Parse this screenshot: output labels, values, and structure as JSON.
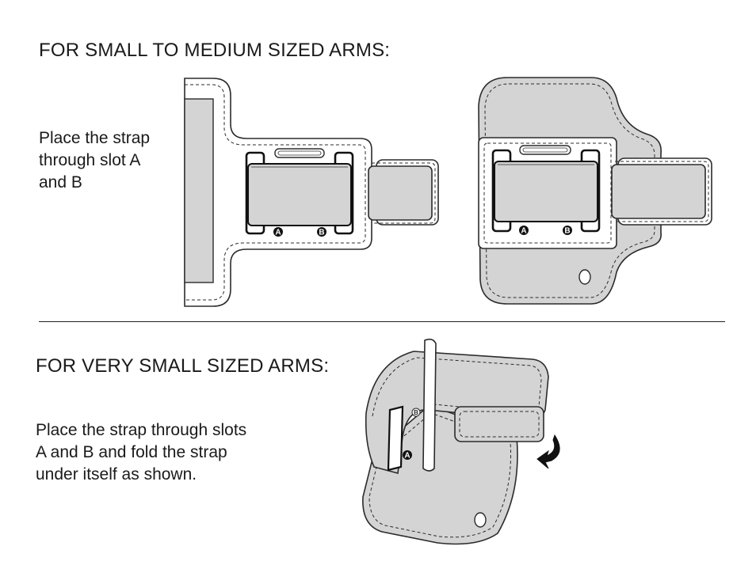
{
  "section1": {
    "heading": "FOR SMALL TO MEDIUM SIZED ARMS:",
    "instructions": [
      "Place the strap",
      "through slot A",
      "and B"
    ]
  },
  "section2": {
    "heading": "FOR VERY SMALL SIZED ARMS:",
    "instructions": [
      "Place the strap through slots",
      "A and B and fold the strap",
      "under itself as shown."
    ]
  },
  "slot_labels": {
    "a": "A",
    "b": "B"
  },
  "colors": {
    "fill": "#d4d4d4",
    "outline": "#2b2b2b",
    "white": "#ffffff"
  }
}
